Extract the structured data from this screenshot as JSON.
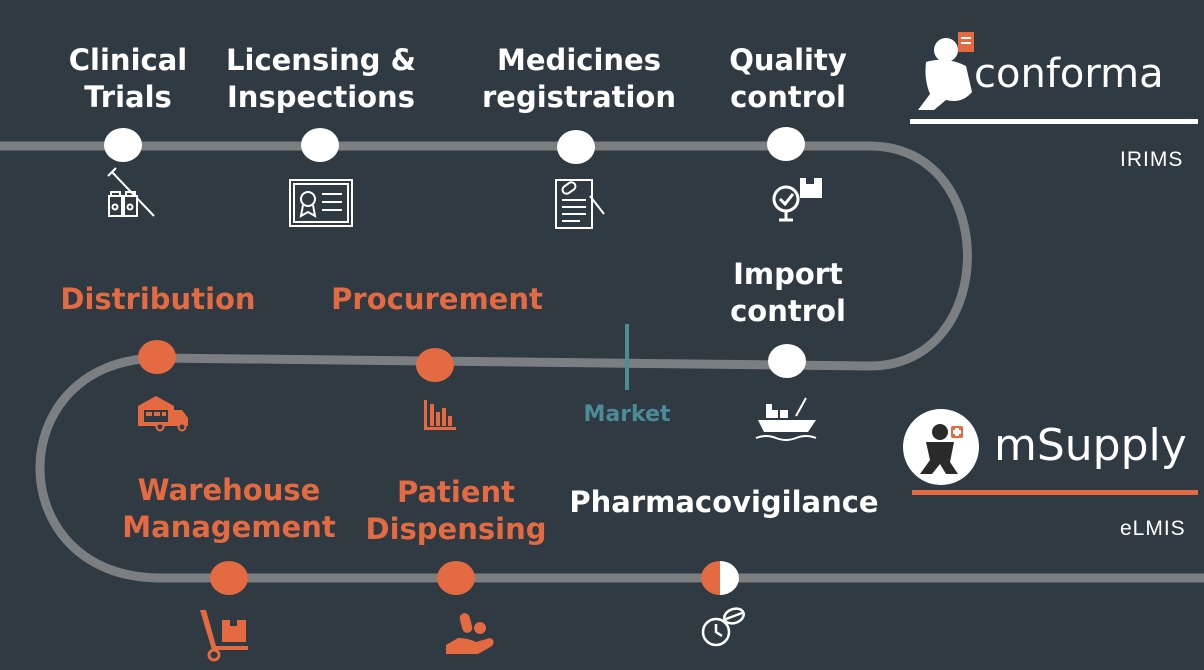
{
  "stages": {
    "clinical_trials": {
      "line1": "Clinical",
      "line2": "Trials"
    },
    "licensing": {
      "line1": "Licensing &",
      "line2": "Inspections"
    },
    "medicines_registration": {
      "line1": "Medicines",
      "line2": "registration"
    },
    "quality_control": {
      "line1": "Quality",
      "line2": "control"
    },
    "import_control": {
      "line1": "Import",
      "line2": "control"
    },
    "market": "Market",
    "procurement": "Procurement",
    "distribution": "Distribution",
    "warehouse": {
      "line1": "Warehouse",
      "line2": "Management"
    },
    "patient_dispensing": {
      "line1": "Patient",
      "line2": "Dispensing"
    },
    "pharmacovigilance": "Pharmacovigilance"
  },
  "brands": {
    "conforma": {
      "name": "conforma",
      "system": "IRIMS"
    },
    "msupply": {
      "name": "mSupply",
      "system": "eLMIS"
    }
  },
  "colors": {
    "background": "#2f3a43",
    "track": "#7b7f82",
    "orange": "#e46a42",
    "white": "#ffffff",
    "teal": "#4b8c96"
  },
  "icons": {
    "clinical_trials": "syringe-vials-icon",
    "licensing": "certificate-icon",
    "medicines_registration": "document-pill-icon",
    "quality_control": "gauge-box-icon",
    "import_control": "cargo-ship-icon",
    "procurement": "bar-chart-icon",
    "distribution": "truck-warehouse-icon",
    "warehouse": "hand-truck-icon",
    "patient_dispensing": "hand-pill-icon",
    "pharmacovigilance": "clock-pill-icon"
  }
}
